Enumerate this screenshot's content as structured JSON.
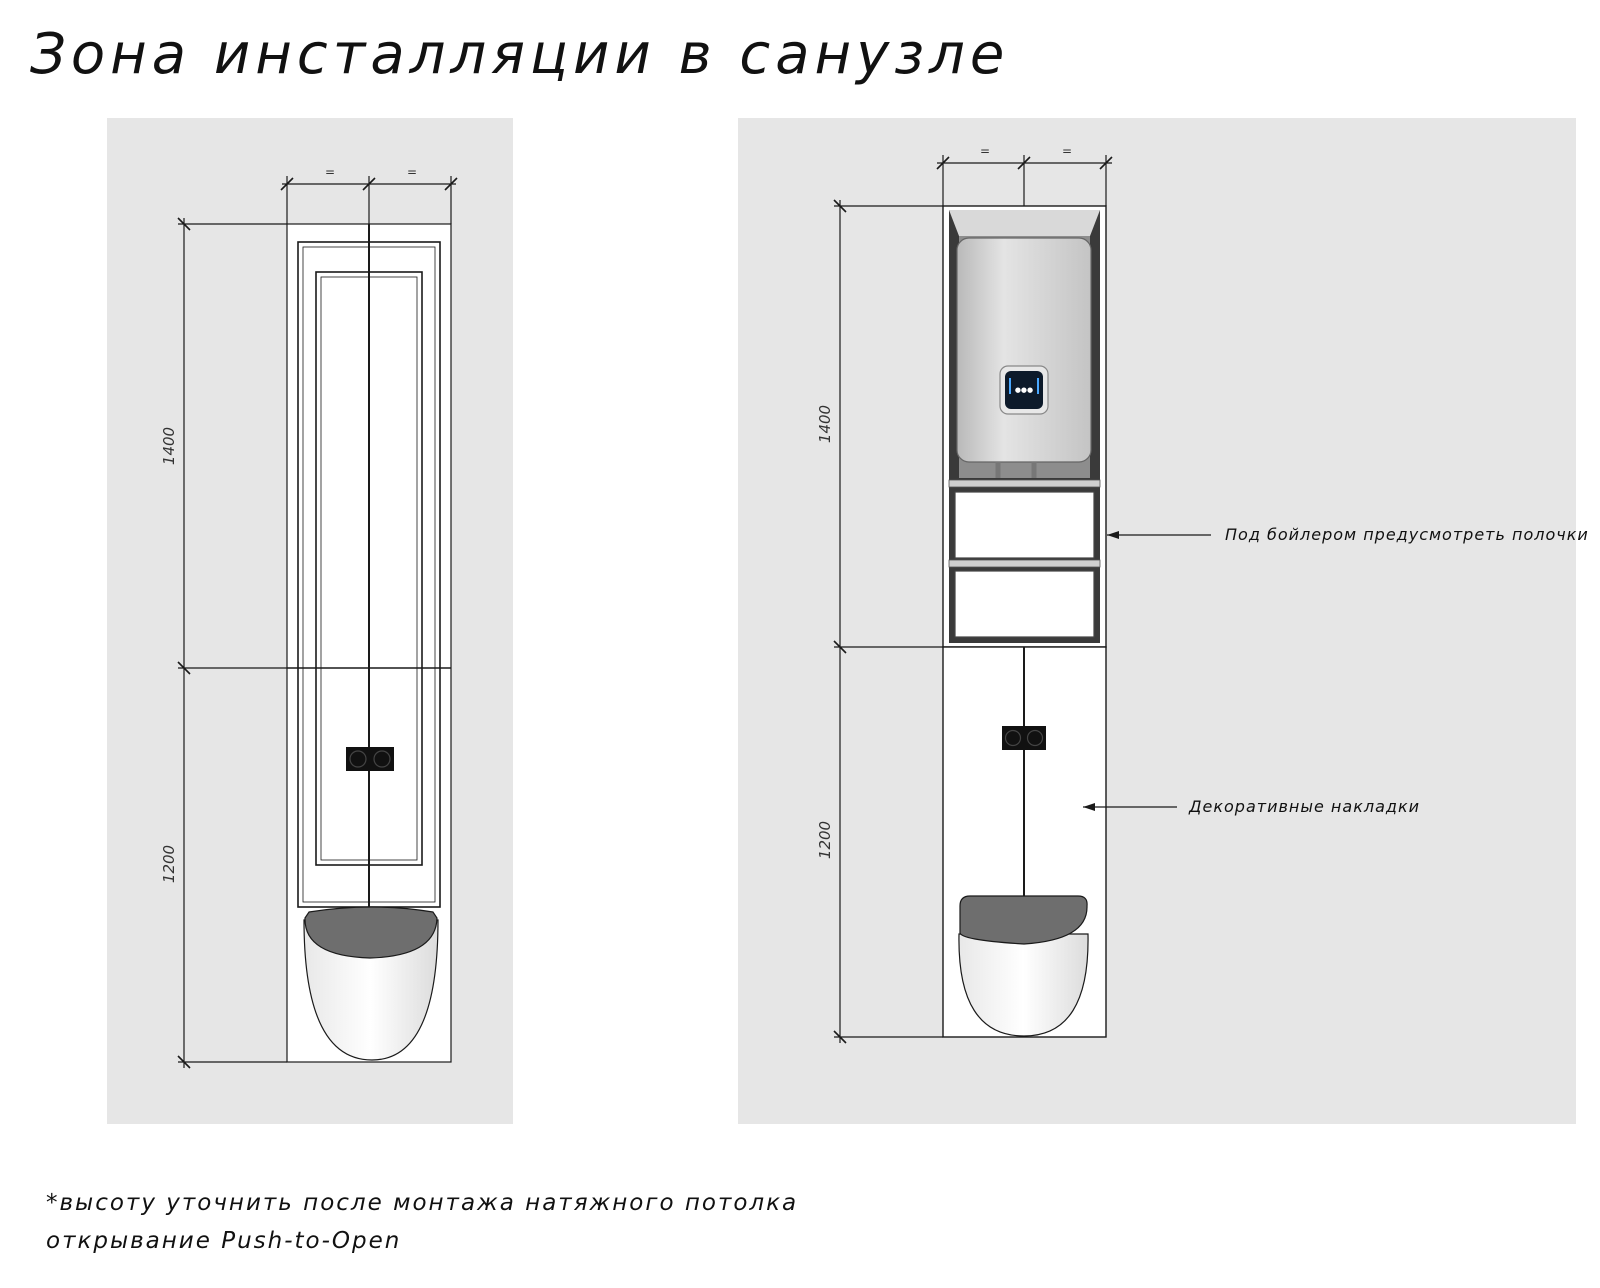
{
  "title": "Зона инсталляции в санузле",
  "left_elevation": {
    "height_upper": "1400",
    "height_lower": "1200",
    "width_mark_1": "=",
    "width_mark_2": "="
  },
  "right_elevation": {
    "height_upper": "1400",
    "height_lower": "1200",
    "width_mark_1": "=",
    "width_mark_2": "=",
    "callout_shelves": "Под бойлером предусмотреть полочки",
    "callout_overlays": "Декоративные накладки"
  },
  "notes": {
    "line1": "*высоту уточнить после монтажа натяжного потолка",
    "line2": "открывание Push-to-Open"
  },
  "colors": {
    "panel": "#e6e6e6",
    "line": "#1a1a1a",
    "toilet_lid": "#6e6e6e",
    "boiler": "#cfcfcf",
    "button_plate": "#111111"
  }
}
